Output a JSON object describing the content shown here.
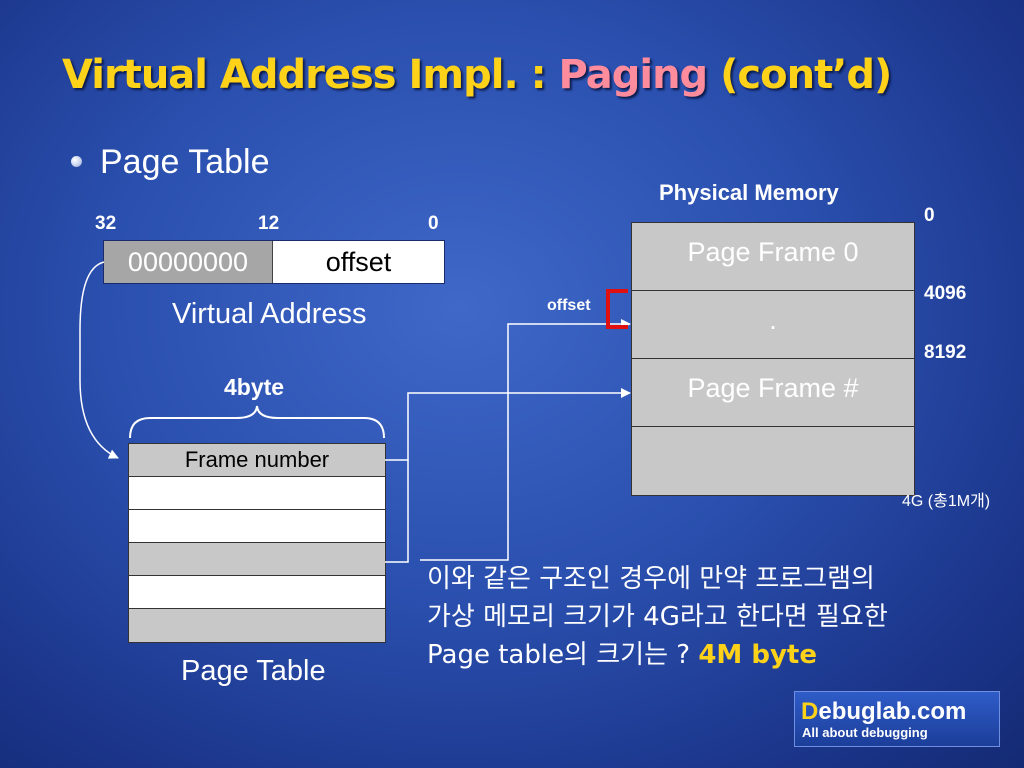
{
  "title": {
    "part1": "Virtual Address Impl. : ",
    "part2": "Paging",
    "part3": " (cont’d)"
  },
  "bullet": "Page Table",
  "virtual_address": {
    "bits": {
      "high": "32",
      "mid": "12",
      "low": "0"
    },
    "page_field": "00000000",
    "offset_field": "offset",
    "caption": "Virtual Address"
  },
  "page_table": {
    "entry_size": "4byte",
    "header": "Frame number",
    "rows": [
      "",
      "",
      "",
      "",
      ""
    ],
    "caption": "Page Table"
  },
  "physical_memory": {
    "title": "Physical Memory",
    "frames": [
      "Page Frame 0",
      ".",
      "Page Frame #",
      ""
    ],
    "addresses": {
      "a0": "0",
      "a1": "4096",
      "a2": "8192"
    },
    "total": "4G (총1M개)"
  },
  "offset_label": "offset",
  "question": {
    "line1": "이와 같은 구조인 경우에 만약 프로그램의",
    "line2": "가상 메모리 크기가 4G라고 한다면 필요한",
    "line3": "Page table의 크기는 ? ",
    "answer": "4M byte"
  },
  "logo": {
    "first_letter": "D",
    "rest": "ebuglab.com",
    "tagline": "All about debugging"
  },
  "colors": {
    "title": "#ffd21a",
    "highlight": "#ff8c9c",
    "bracket": "#e01010",
    "background": "#2a4fae"
  }
}
